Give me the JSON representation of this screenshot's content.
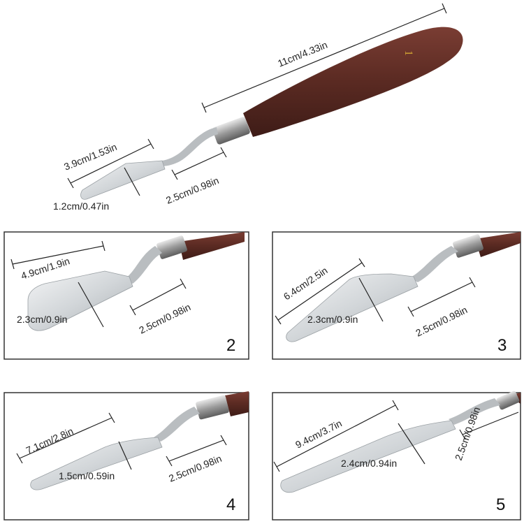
{
  "main_knife": {
    "number_mark": "1",
    "handle_length": "11cm/4.33in",
    "blade_length": "3.9cm/1.53in",
    "blade_width": "1.2cm/0.47in",
    "neck_length": "2.5cm/0.98in"
  },
  "panels": [
    {
      "number": "2",
      "blade_length": "4.9cm/1.9in",
      "blade_width": "2.3cm/0.9in",
      "neck_length": "2.5cm/0.98in"
    },
    {
      "number": "3",
      "blade_length": "6.4cm/2.5in",
      "blade_width": "2.3cm/0.9in",
      "neck_length": "2.5cm/0.98in"
    },
    {
      "number": "4",
      "blade_length": "7.1cm/2.8in",
      "blade_width": "1.5cm/0.59in",
      "neck_length": "2.5cm/0.98in"
    },
    {
      "number": "5",
      "blade_length": "9.4cm/3.7in",
      "blade_width": "2.4cm/0.94in",
      "neck_length": "2.5cm/0.98in"
    }
  ],
  "colors": {
    "handle": "#5a2a22",
    "steel": "#cfd3d6",
    "border": "#333333"
  }
}
